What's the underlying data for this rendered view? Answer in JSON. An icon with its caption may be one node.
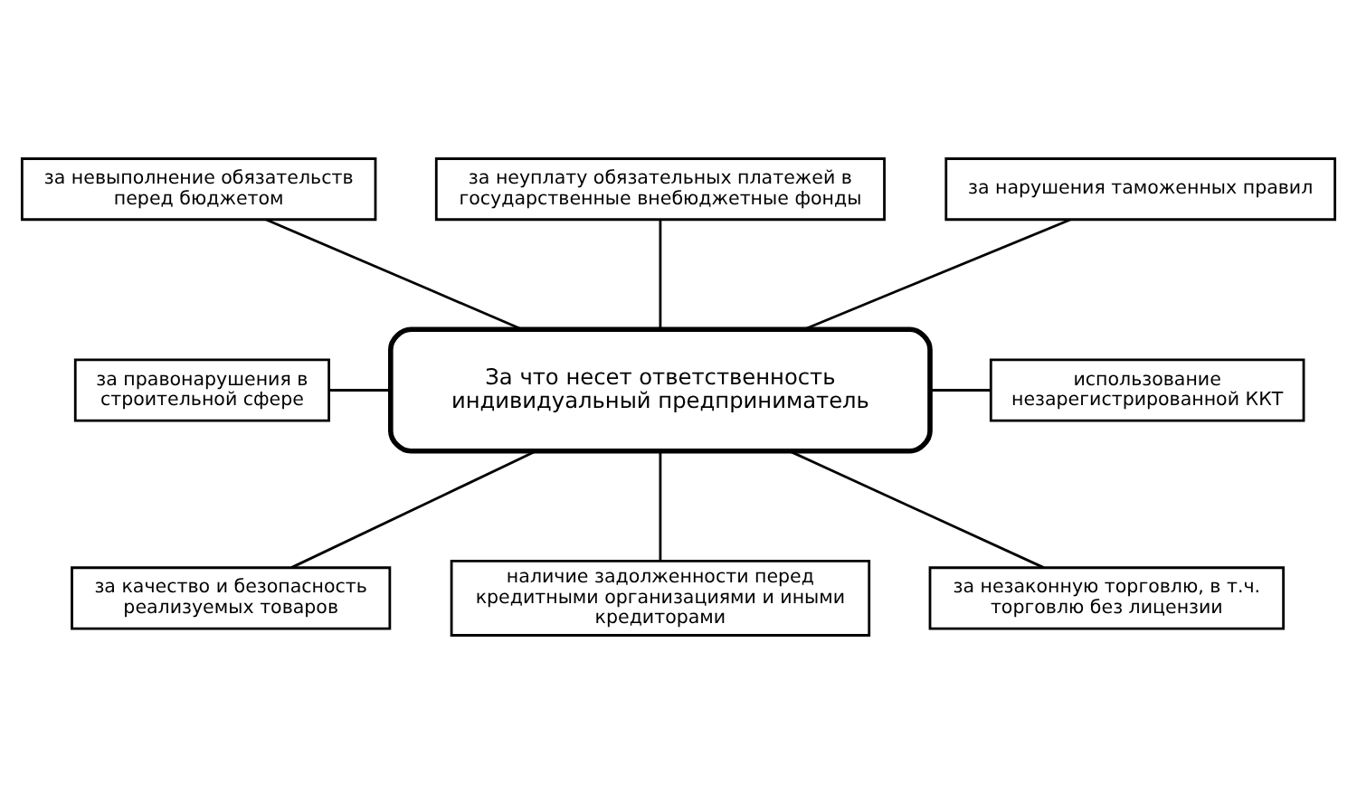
{
  "diagram": {
    "nodes": [
      {
        "text": [
          "за невыполнение обязательств перед бюджетом"
        ]
      },
      {
        "text": [
          "за неуплату обязательных платежей в государственные внебюджетные фонды"
        ]
      },
      {
        "text": [
          "за нарушения таможенных правил"
        ]
      },
      {
        "text": [
          "за правонарушения в строительной сфере"
        ]
      },
      {
        "text": [
          "За что несет ответственность индивидуальный предприниматель"
        ]
      },
      {
        "text": [
          "использование незарегистрированной ККТ"
        ]
      },
      {
        "text": [
          "за качество и безопасность реализуемых товаров"
        ]
      },
      {
        "text": [
          "наличие задолженности перед кредитными организациями и иными кредиторами"
        ]
      },
      {
        "text": [
          "за незаконную торговлю, в т.ч. торговлю без лицензии"
        ]
      }
    ],
    "edges": [
      {
        "from": 0,
        "to": 4,
        "arrow": "none"
      },
      {
        "from": 1,
        "to": 4,
        "arrow": "none"
      },
      {
        "from": 2,
        "to": 4,
        "arrow": "none"
      },
      {
        "from": 3,
        "to": 4,
        "arrow": "none"
      },
      {
        "from": 4,
        "to": 5,
        "arrow": "none"
      },
      {
        "from": 4,
        "to": 6,
        "arrow": "none"
      },
      {
        "from": 4,
        "to": 7,
        "arrow": "none"
      },
      {
        "from": 4,
        "to": 8,
        "arrow": "none"
      }
    ]
  }
}
